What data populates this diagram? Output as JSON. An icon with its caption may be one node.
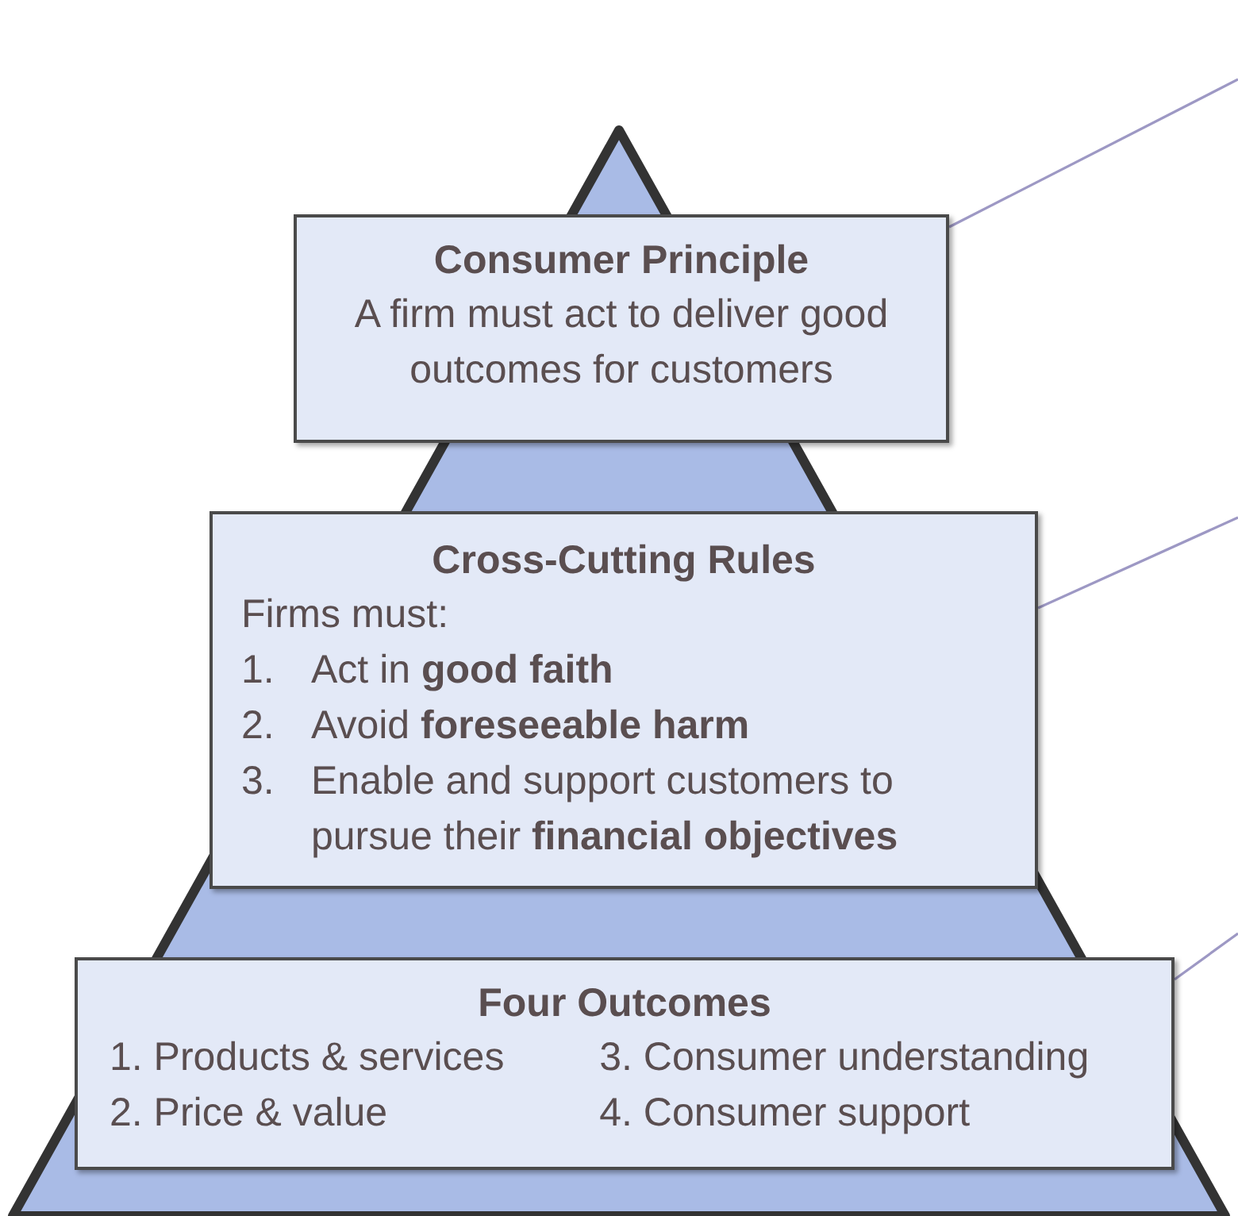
{
  "diagram": {
    "nodes": [
      {
        "text": [
          "Consumer Principle",
          "A firm must act to deliver good outcomes for customers"
        ]
      },
      {
        "text": [
          "Cross-Cutting Rules",
          "Firms must:",
          "1. Act in **good faith**",
          "2. Avoid **foreseeable harm**",
          "3. Enable and support customers to pursue their **financial objectives**"
        ]
      },
      {
        "text": [
          "Four Outcomes",
          "1. Products & services",
          "3. Consumer understanding",
          "2. Price & value",
          "4. Consumer support"
        ]
      }
    ],
    "edges": [
      {
        "from": 0,
        "to": null,
        "arrow": "none"
      },
      {
        "from": 1,
        "to": null,
        "arrow": "none"
      },
      {
        "from": 2,
        "to": null,
        "arrow": "none"
      }
    ]
  }
}
